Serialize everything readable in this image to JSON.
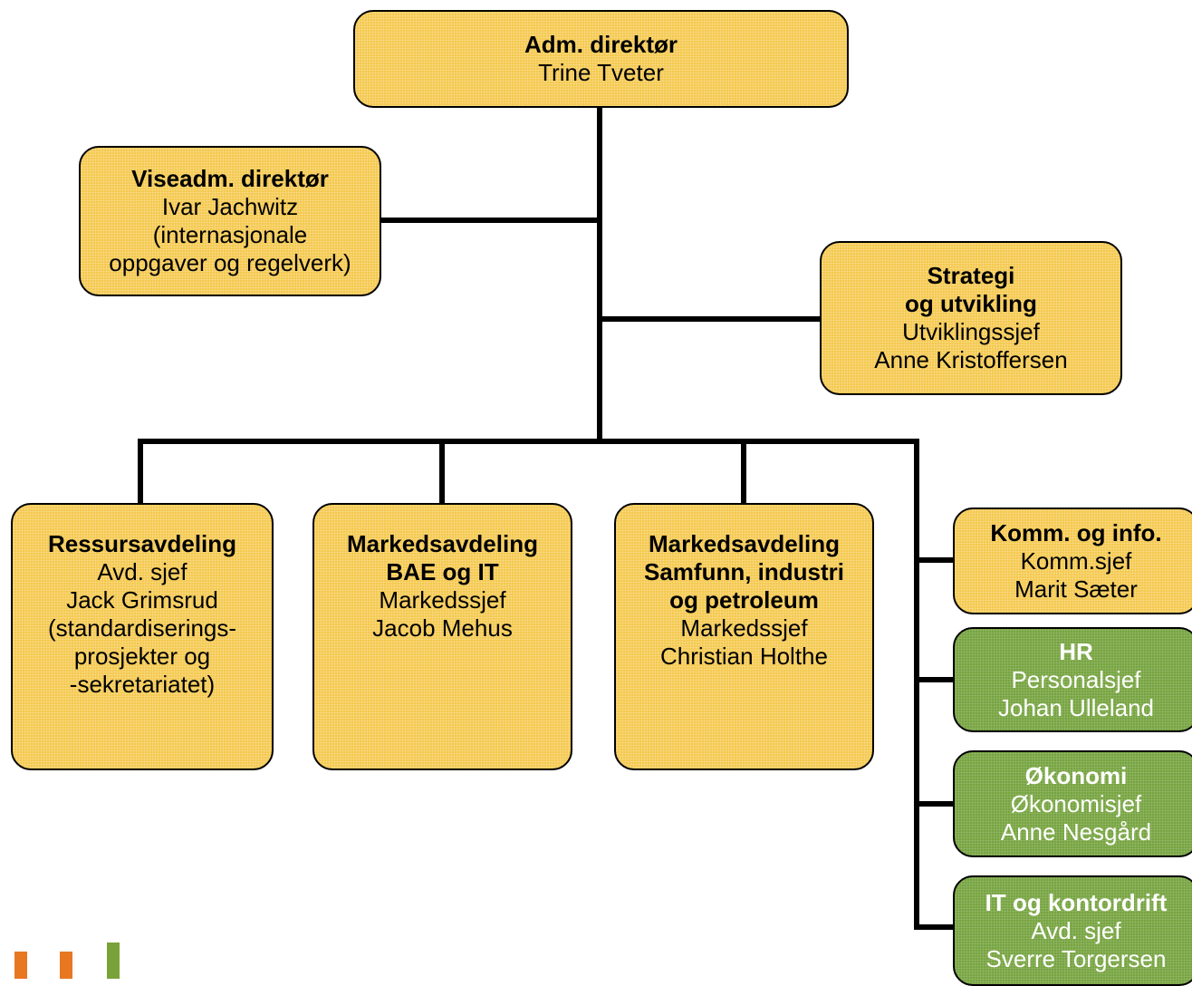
{
  "colors": {
    "box_yellow": "#f5c94e",
    "box_green": "#77a441",
    "line": "#000000",
    "logo_orange": "#e87722",
    "logo_green": "#7aa23a"
  },
  "boxes": {
    "ceo": {
      "title": "Adm. direktør",
      "lines": [
        "Trine Tveter"
      ]
    },
    "deputy": {
      "title": "Viseadm. direktør",
      "lines": [
        "Ivar Jachwitz",
        "(internasjonale",
        "oppgaver og regelverk)"
      ]
    },
    "strategy": {
      "title_lines": [
        "Strategi",
        "og utvikling"
      ],
      "lines": [
        "Utviklingssjef",
        "Anne Kristoffersen"
      ]
    },
    "resources": {
      "title": "Ressursavdeling",
      "lines": [
        "Avd. sjef",
        "Jack Grimsrud",
        "(standardiserings-",
        "prosjekter og",
        "-sekretariatet)"
      ]
    },
    "market_bae": {
      "title_lines": [
        "Markedsavdeling",
        "BAE og IT"
      ],
      "lines": [
        "Markedssjef",
        "Jacob Mehus"
      ]
    },
    "market_society": {
      "title_lines": [
        "Markedsavdeling",
        "Samfunn, industri",
        "og petroleum"
      ],
      "lines": [
        "Markedssjef",
        "Christian Holthe"
      ]
    },
    "comm": {
      "title": "Komm. og info.",
      "lines": [
        "Komm.sjef",
        "Marit Sæter"
      ]
    },
    "hr": {
      "title": "HR",
      "lines": [
        "Personalsjef",
        "Johan Ulleland"
      ]
    },
    "finance": {
      "title": "Økonomi",
      "lines": [
        "Økonomisjef",
        "Anne Nesgård"
      ]
    },
    "it": {
      "title": "IT og kontordrift",
      "lines": [
        "Avd. sjef",
        "Sverre Torgersen"
      ]
    }
  }
}
